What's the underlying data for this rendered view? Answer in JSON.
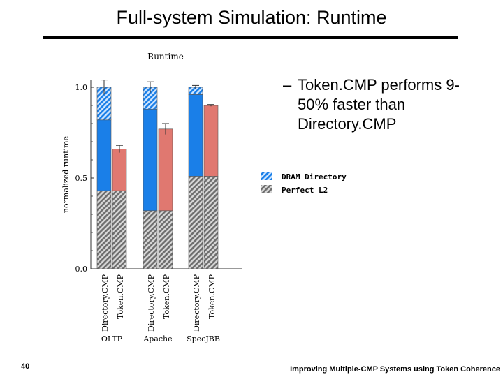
{
  "slide": {
    "title": "Full-system Simulation: Runtime",
    "bullet_dash": "–",
    "bullet": "Token.CMP performs 9-50% faster than Directory.CMP",
    "page_number": "40",
    "footer": "Improving Multiple-CMP Systems using Token Coherence"
  },
  "colors": {
    "perfect_l2": "#8a8a8a",
    "directory_dram_blue": "#1a7fe8",
    "token_salmon": "#e07870"
  },
  "chart_data": {
    "type": "bar",
    "title": "Runtime",
    "ylabel": "normalized runtime",
    "xlabel": "",
    "ylim": [
      0,
      1.05
    ],
    "yticks": [
      0.0,
      0.5,
      1.0
    ],
    "ytick_labels": [
      "0.0",
      "0.5",
      "1.0"
    ],
    "groups": [
      {
        "name": "OLTP",
        "bars": [
          {
            "label": "Directory.CMP",
            "perfect_l2": 0.43,
            "middle": 0.39,
            "dram_directory": 0.18,
            "total": 1.0,
            "error": 0.04,
            "middle_color": "blue"
          },
          {
            "label": "Token.CMP",
            "perfect_l2": 0.43,
            "middle": 0.23,
            "dram_directory": 0.0,
            "total": 0.66,
            "error": 0.02,
            "middle_color": "salmon"
          }
        ]
      },
      {
        "name": "Apache",
        "bars": [
          {
            "label": "Directory.CMP",
            "perfect_l2": 0.32,
            "middle": 0.56,
            "dram_directory": 0.12,
            "total": 1.0,
            "error": 0.03,
            "middle_color": "blue"
          },
          {
            "label": "Token.CMP",
            "perfect_l2": 0.32,
            "middle": 0.45,
            "dram_directory": 0.0,
            "total": 0.77,
            "error": 0.03,
            "middle_color": "salmon"
          }
        ]
      },
      {
        "name": "SpecJBB",
        "bars": [
          {
            "label": "Directory.CMP",
            "perfect_l2": 0.51,
            "middle": 0.45,
            "dram_directory": 0.04,
            "total": 1.0,
            "error": 0.01,
            "middle_color": "blue"
          },
          {
            "label": "Token.CMP",
            "perfect_l2": 0.51,
            "middle": 0.39,
            "dram_directory": 0.0,
            "total": 0.9,
            "error": 0.005,
            "middle_color": "salmon"
          }
        ]
      }
    ],
    "legend": {
      "placement": "right",
      "entries": [
        {
          "name": "DRAM Directory",
          "pattern": "blue-hatched"
        },
        {
          "name": "Perfect L2",
          "pattern": "gray-hatched"
        }
      ]
    }
  }
}
